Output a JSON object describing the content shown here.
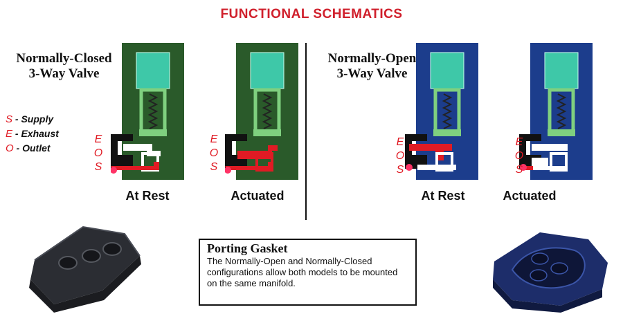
{
  "title": "FUNCTIONAL SCHEMATICS",
  "colors": {
    "title": "#d0202c",
    "nc_body": "#2a5a2a",
    "no_body": "#1c3d8c",
    "solenoid": "#3ec8a8",
    "flow_red": "#e01b24"
  },
  "normally_closed": {
    "heading_line1": "Normally-Closed",
    "heading_line2": "3-Way Valve"
  },
  "normally_open": {
    "heading_line1": "Normally-Open",
    "heading_line2": "3-Way Valve"
  },
  "legend": [
    {
      "letter": "S",
      "text": " - Supply"
    },
    {
      "letter": "E",
      "text": " - Exhaust"
    },
    {
      "letter": "O",
      "text": " - Outlet"
    }
  ],
  "port_letters": [
    "E",
    "O",
    "S"
  ],
  "states": {
    "rest": "At Rest",
    "actuated": "Actuated"
  },
  "gasket": {
    "title": "Porting Gasket",
    "description": "The Normally-Open and Normally-Closed configurations allow both models to be mounted on the same manifold."
  }
}
